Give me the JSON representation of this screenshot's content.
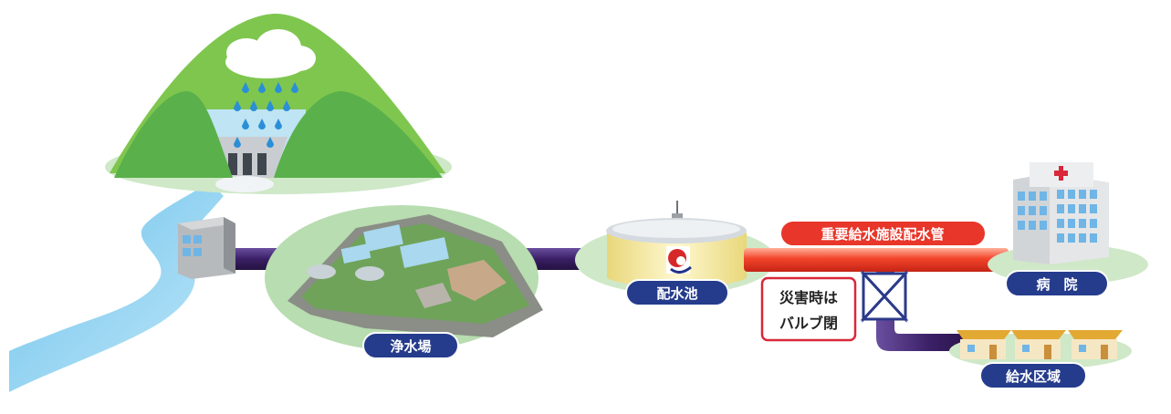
{
  "labels": {
    "purification_plant": "浄水場",
    "distribution_reservoir": "配水池",
    "important_main": "重要給水施設配水管",
    "hospital": "病　院",
    "supply_area": "給水区域",
    "valve_note_line1": "災害時は",
    "valve_note_line2": "バルブ閉"
  },
  "colors": {
    "pipe": "#3a1f66",
    "important_pipe": "#f2442a",
    "label_bg": "#253c8c",
    "label_text": "#ffffff",
    "note_border": "#d8283a",
    "river": "#8fd0f0",
    "mountain": "#7fc64f",
    "mountain_dark": "#5ab04a",
    "ground": "#b8ddb0"
  },
  "icons": [
    "rain-cloud-icon",
    "dam-icon",
    "intake-building-icon",
    "reservoir-tank-icon",
    "hospital-icon",
    "house-icon",
    "valve-icon"
  ]
}
